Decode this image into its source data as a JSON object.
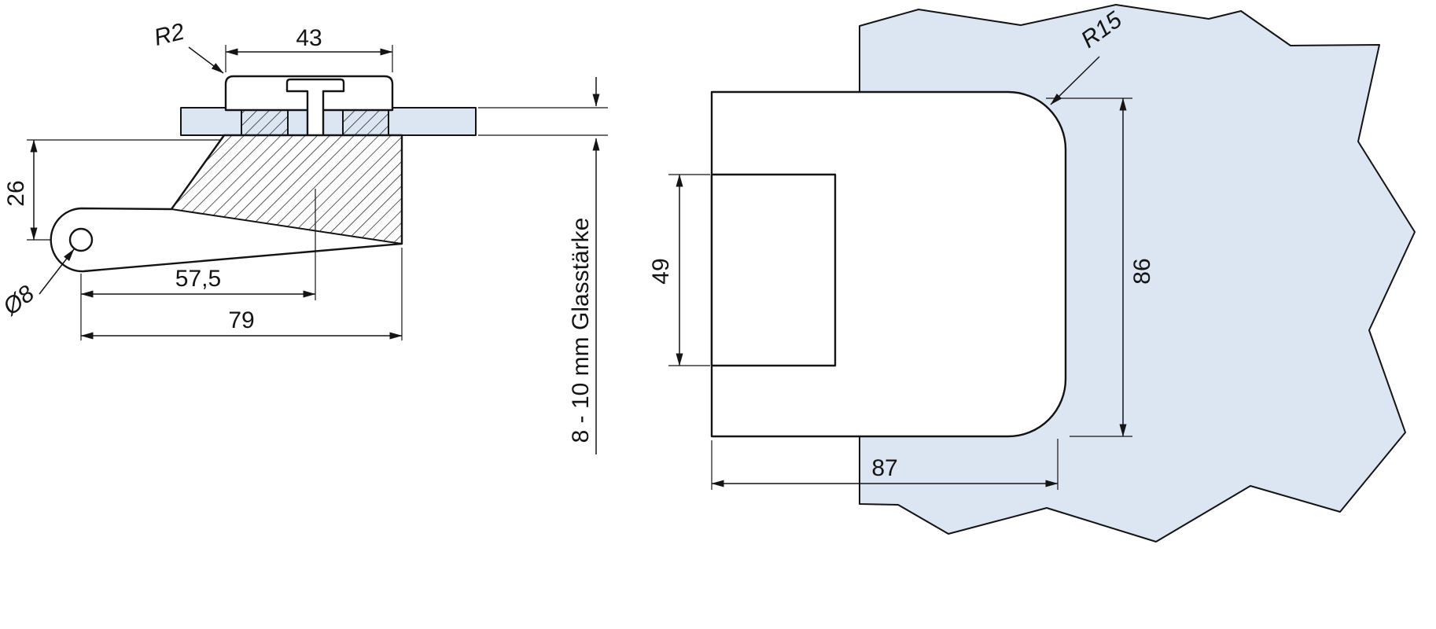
{
  "colors": {
    "background": "#ffffff",
    "glass": "#dbe6f2",
    "line": "#141414"
  },
  "side_view": {
    "cap_width": "43",
    "cap_corner_radius": "R2",
    "pivot_height": "26",
    "pivot_hole_diameter": "Ø8",
    "screw_center_distance": "57,5",
    "overall_length": "79",
    "glass_thickness_note": "8 - 10 mm Glasstärke"
  },
  "front_view": {
    "corner_radius": "R15",
    "cutout_height": "49",
    "body_height": "86",
    "body_width": "87"
  }
}
